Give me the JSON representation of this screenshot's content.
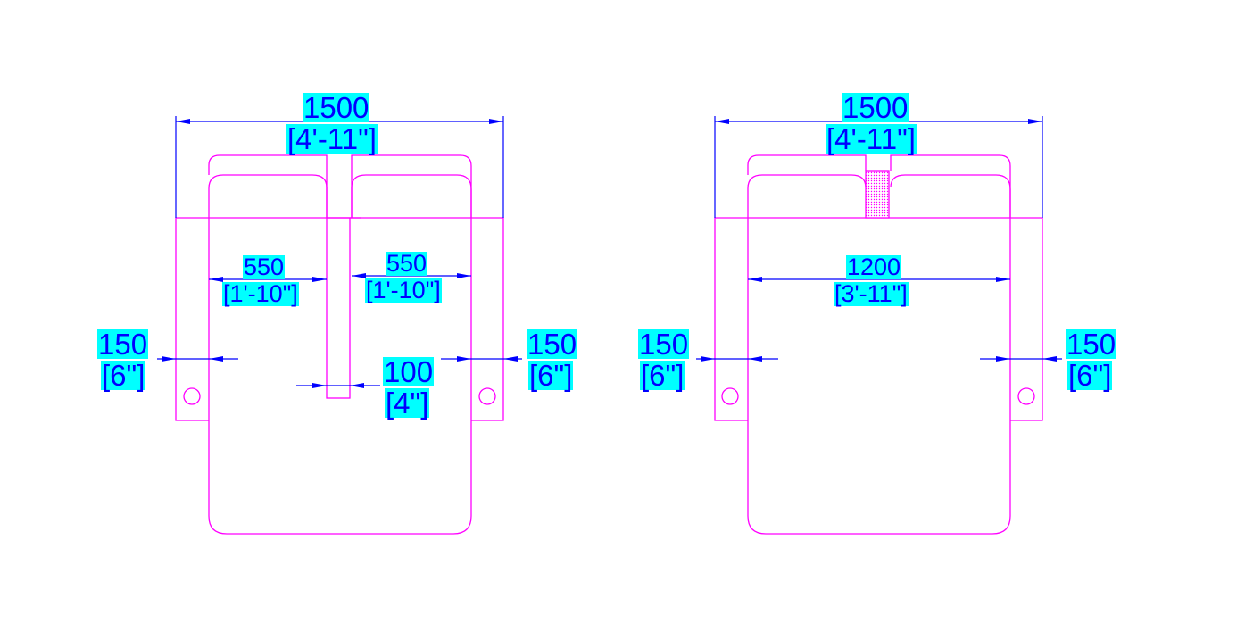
{
  "colors": {
    "outline": "#ff00ff",
    "dimension_line": "#0000ff",
    "label_background": "#00ffff",
    "label_text": "#0000ff"
  },
  "left_view": {
    "overall_width": {
      "mm": "1500",
      "imperial": "[4'-11\"]"
    },
    "left_bay": {
      "mm": "550",
      "imperial": "[1'-10\"]"
    },
    "right_bay": {
      "mm": "550",
      "imperial": "[1'-10\"]"
    },
    "left_post": {
      "mm": "150",
      "imperial": "[6\"]"
    },
    "right_post": {
      "mm": "150",
      "imperial": "[6\"]"
    },
    "center_divider": {
      "mm": "100",
      "imperial": "[4\"]"
    }
  },
  "right_view": {
    "overall_width": {
      "mm": "1500",
      "imperial": "[4'-11\"]"
    },
    "inner_width": {
      "mm": "1200",
      "imperial": "[3'-11\"]"
    },
    "left_post": {
      "mm": "150",
      "imperial": "[6\"]"
    },
    "right_post": {
      "mm": "150",
      "imperial": "[6\"]"
    }
  }
}
